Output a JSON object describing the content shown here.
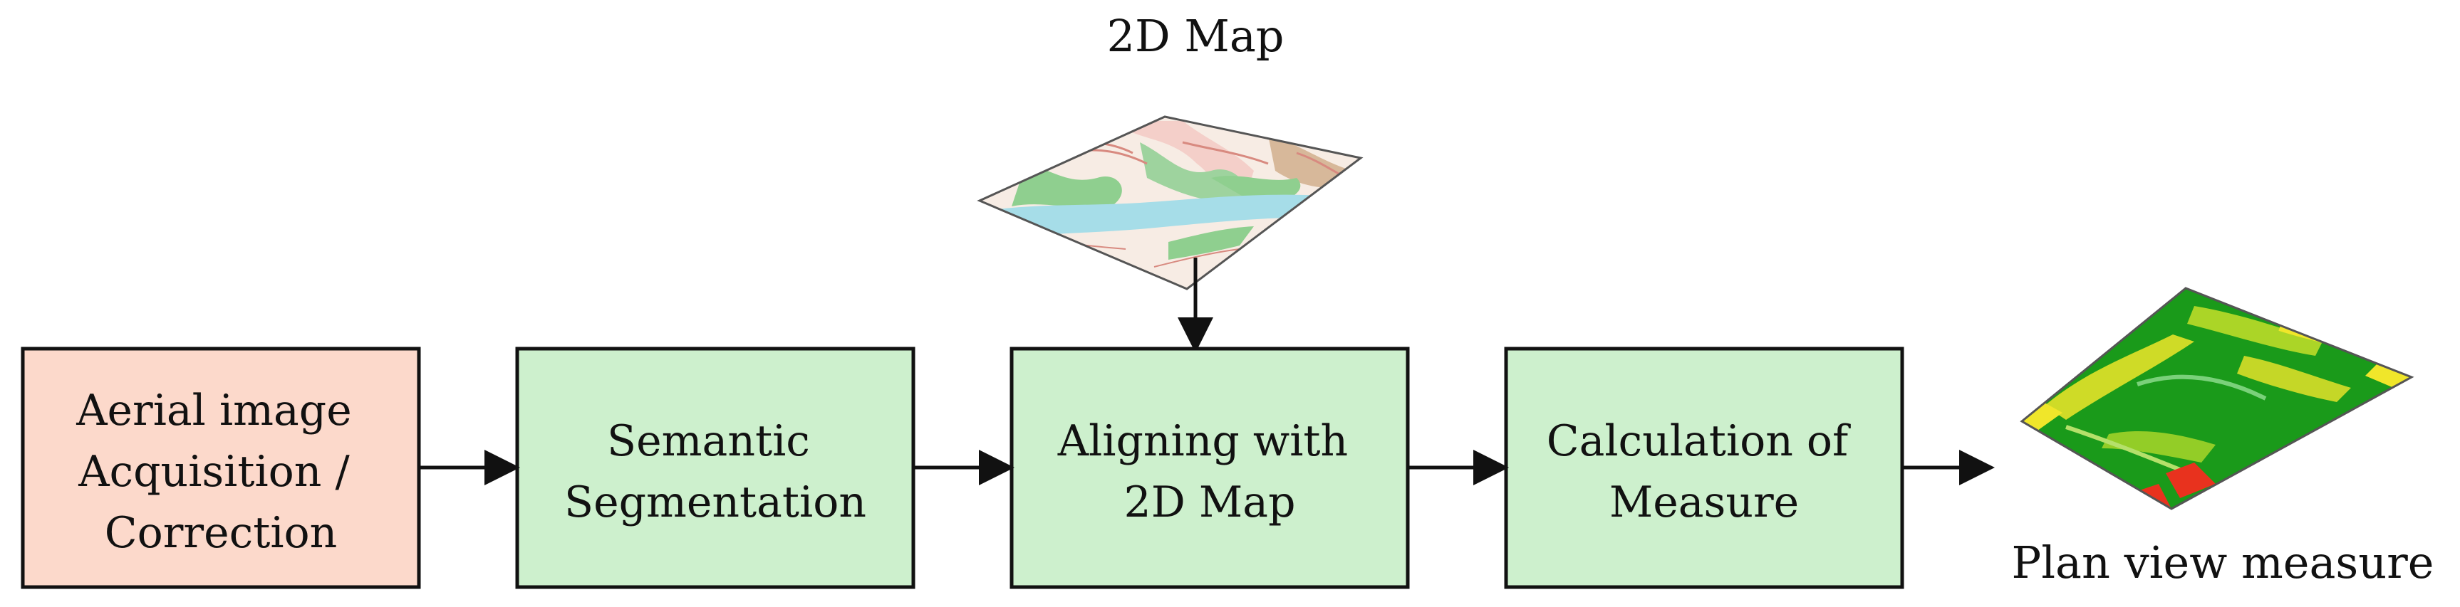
{
  "diagram": {
    "top_label": "2D Map",
    "bottom_label": "Plan view measure",
    "nodes": [
      {
        "lines": [
          "Aerial image",
          "Acquisition /",
          "Correction"
        ],
        "fill": "#fcd9cb"
      },
      {
        "lines": [
          "Semantic",
          "Segmentation"
        ],
        "fill": "#cdf0cd"
      },
      {
        "lines": [
          "Aligning with",
          "2D Map"
        ],
        "fill": "#cdf0cd"
      },
      {
        "lines": [
          "Calculation of",
          "Measure"
        ],
        "fill": "#cdf0cd"
      }
    ]
  },
  "colors": {
    "input_box": "#fcd9cb",
    "process_box": "#cdf0cd",
    "outline": "#111111",
    "map_water": "#a6dde8",
    "map_green": "#8fcf8f",
    "map_pink": "#f4cfc9",
    "output_green": "#1a9a1a",
    "output_yellow": "#f0e62a",
    "output_red": "#e8321e"
  },
  "icons": {
    "map_image": "2d-map-thumbnail",
    "output_image": "plan-view-heatmap-thumbnail"
  }
}
